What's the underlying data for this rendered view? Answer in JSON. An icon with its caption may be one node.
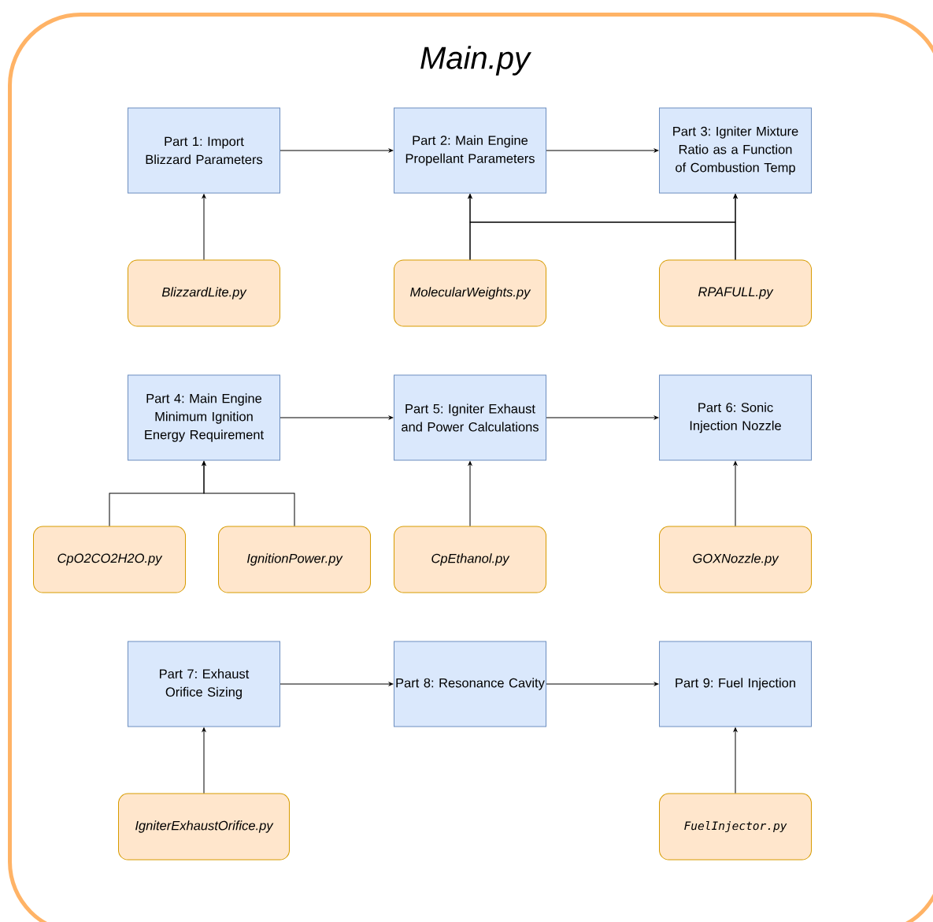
{
  "diagram": {
    "nodes": [
      {
        "text": [
          "Main.py"
        ]
      },
      {
        "text": [
          "Part 1: Import Blizzard Parameters"
        ],
        "in": 0
      },
      {
        "text": [
          "Part 2: Main Engine Propellant Parameters"
        ],
        "in": 0
      },
      {
        "text": [
          "Part 3: Igniter Mixture Ratio as a Function of Combustion Temp"
        ],
        "in": 0
      },
      {
        "text": [
          "BlizzardLite.py"
        ],
        "in": 0
      },
      {
        "text": [
          "MolecularWeights.py"
        ],
        "in": 0
      },
      {
        "text": [
          "RPAFULL.py"
        ],
        "in": 0
      },
      {
        "text": [
          "Part 4: Main Engine Minimum Ignition Energy Requirement"
        ],
        "in": 0
      },
      {
        "text": [
          "Part 5: Igniter Exhaust and Power Calculations"
        ],
        "in": 0
      },
      {
        "text": [
          "Part 6: Sonic Injection Nozzle"
        ],
        "in": 0
      },
      {
        "text": [
          "CpO2CO2H2O.py"
        ],
        "in": 0
      },
      {
        "text": [
          "IgnitionPower.py"
        ],
        "in": 0
      },
      {
        "text": [
          "CpEthanol.py"
        ],
        "in": 0
      },
      {
        "text": [
          "GOXNozzle.py"
        ],
        "in": 0
      },
      {
        "text": [
          "Part 7: Exhaust Orifice Sizing"
        ],
        "in": 0
      },
      {
        "text": [
          "Part 8: Resonance Cavity"
        ],
        "in": 0
      },
      {
        "text": [
          "Part 9: Fuel Injection"
        ],
        "in": 0
      },
      {
        "text": [
          "IgniterExhaustOrifice.py"
        ],
        "in": 0
      },
      {
        "text": [
          "FuelInjector.py"
        ],
        "in": 0
      }
    ],
    "edges": [
      {
        "from": 1,
        "to": 2,
        "arrow": "to"
      },
      {
        "from": 2,
        "to": 3,
        "arrow": "to"
      },
      {
        "from": 4,
        "to": 1,
        "arrow": "to"
      },
      {
        "from": 5,
        "to": 2,
        "arrow": "to"
      },
      {
        "from": 5,
        "to": 3,
        "arrow": "to"
      },
      {
        "from": 6,
        "to": 2,
        "arrow": "to"
      },
      {
        "from": 6,
        "to": 3,
        "arrow": "to"
      },
      {
        "from": 7,
        "to": 8,
        "arrow": "to"
      },
      {
        "from": 8,
        "to": 9,
        "arrow": "to"
      },
      {
        "from": 10,
        "to": 7,
        "arrow": "to"
      },
      {
        "from": 11,
        "to": 7,
        "arrow": "to"
      },
      {
        "from": 12,
        "to": 8,
        "arrow": "to"
      },
      {
        "from": 13,
        "to": 9,
        "arrow": "to"
      },
      {
        "from": 14,
        "to": 15,
        "arrow": "to"
      },
      {
        "from": 15,
        "to": 16,
        "arrow": "to"
      },
      {
        "from": 17,
        "to": 14,
        "arrow": "to"
      },
      {
        "from": 18,
        "to": 16,
        "arrow": "to"
      }
    ]
  }
}
